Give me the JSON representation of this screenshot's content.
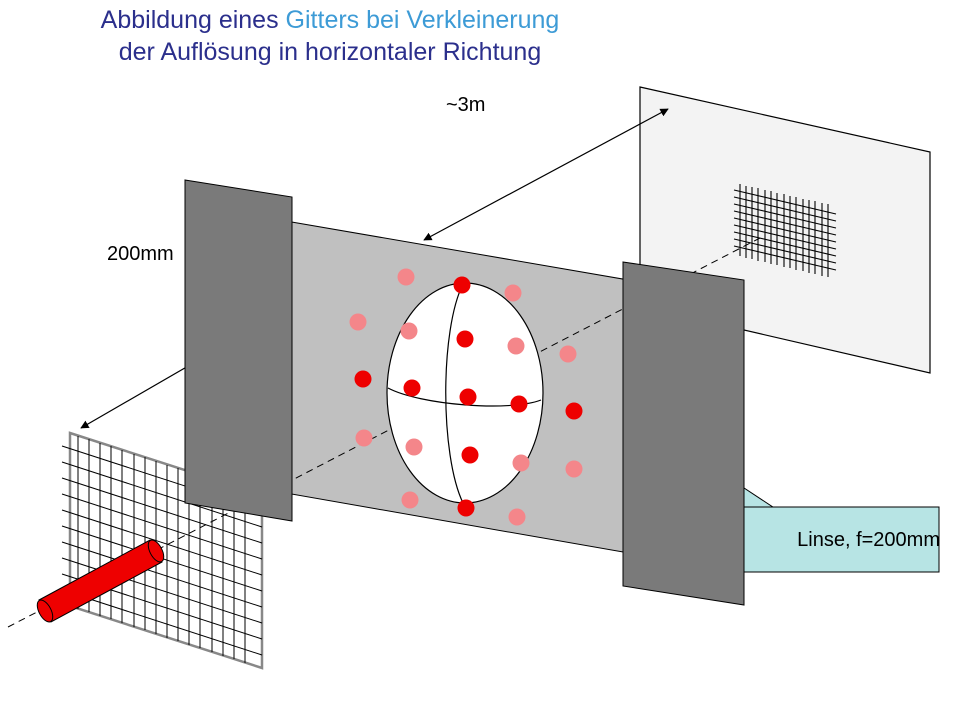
{
  "title": {
    "line1_prefix": "Abbildung eines ",
    "line1_highlight": "Gitters bei Verkleinerung",
    "line2": "der Auflösung in horizontaler Richtung"
  },
  "labels": {
    "screen_distance": "~3m",
    "focal_distance": "200mm",
    "lens_callout": "Linse, f=200mm"
  },
  "colors": {
    "title_text": "#2b2f8c",
    "title_highlight": "#3d9bd6",
    "slit_blade": "#7a7a7a",
    "fourier_plane": "#c0c0c0",
    "laser": "#ee0000",
    "spot_main": "#ee0000",
    "spot_faint": "#f4868a",
    "callout_fill": "#b7e4e4"
  },
  "icons": [
    "laser-icon",
    "grid-icon",
    "aperture-icon",
    "screen-icon",
    "lens-callout-icon"
  ]
}
